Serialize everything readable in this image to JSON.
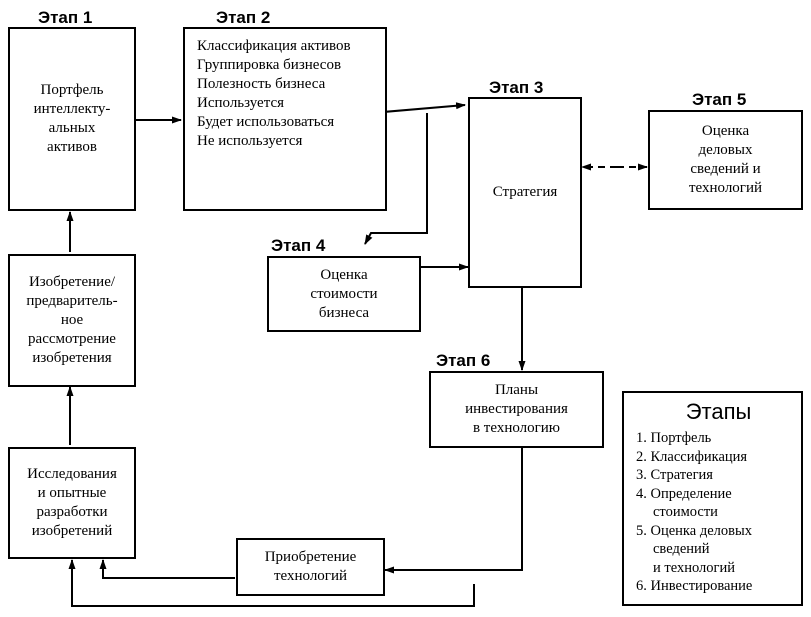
{
  "stage_labels": {
    "s1": "Этап 1",
    "s2": "Этап 2",
    "s3": "Этап 3",
    "s4": "Этап 4",
    "s5": "Этап 5",
    "s6": "Этап 6"
  },
  "boxes": {
    "portfolio": [
      "Портфель",
      "интеллекту-",
      "альных",
      "активов"
    ],
    "classification": [
      "Классификация активов",
      "Группировка бизнесов",
      "Полезность бизнеса",
      "Используется",
      "Будет использоваться",
      "Не используется"
    ],
    "strategy": [
      "Стратегия"
    ],
    "valuation": [
      "Оценка",
      "стоимости",
      "бизнеса"
    ],
    "business_info": [
      "Оценка",
      "деловых",
      "сведений и",
      "технологий"
    ],
    "investment": [
      "Планы",
      "инвестирования",
      "в технологию"
    ],
    "invention": [
      "Изобретение/",
      "предваритель-",
      "ное",
      "рассмотрение",
      "изобретения"
    ],
    "research": [
      "Исследования",
      "и опытные",
      "разработки",
      "изобретений"
    ],
    "acquisition": [
      "Приобретение",
      "технологий"
    ]
  },
  "legend": {
    "title": "Этапы",
    "items": [
      [
        "1. Портфель"
      ],
      [
        "2. Классификация"
      ],
      [
        "3. Стратегия"
      ],
      [
        "4. Определение",
        "стоимости"
      ],
      [
        "5. Оценка деловых",
        "сведений",
        "и технологий"
      ],
      [
        "6. Инвестирование"
      ]
    ]
  }
}
